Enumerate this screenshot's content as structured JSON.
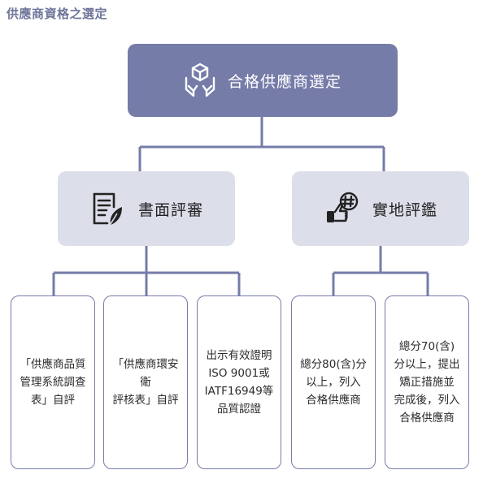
{
  "header": {
    "title": "供應商資格之選定"
  },
  "root": {
    "label": "合格供應商選定",
    "icon": "hands-box-icon"
  },
  "categories": [
    {
      "label": "書面評審",
      "icon": "document-leaf-icon"
    },
    {
      "label": "實地評鑑",
      "icon": "thumbs-up-hashtag-icon"
    }
  ],
  "leaves": [
    {
      "text": "「供應商品質\n管理系統調查\n表」自評"
    },
    {
      "text": "「供應商環安衛\n評核表」自評"
    },
    {
      "text": "出示有效證明\nISO 9001或\nIATF16949等\n品質認證"
    },
    {
      "text": "總分80(含)分\n以上，列入\n合格供應商"
    },
    {
      "text": "總分70(含)\n分以上，提出\n矯正措施並\n完成後，列入\n合格供應商"
    }
  ],
  "colors": {
    "accent": "#767ca8",
    "category_bg": "#dcdeea",
    "title": "#6e7499"
  }
}
